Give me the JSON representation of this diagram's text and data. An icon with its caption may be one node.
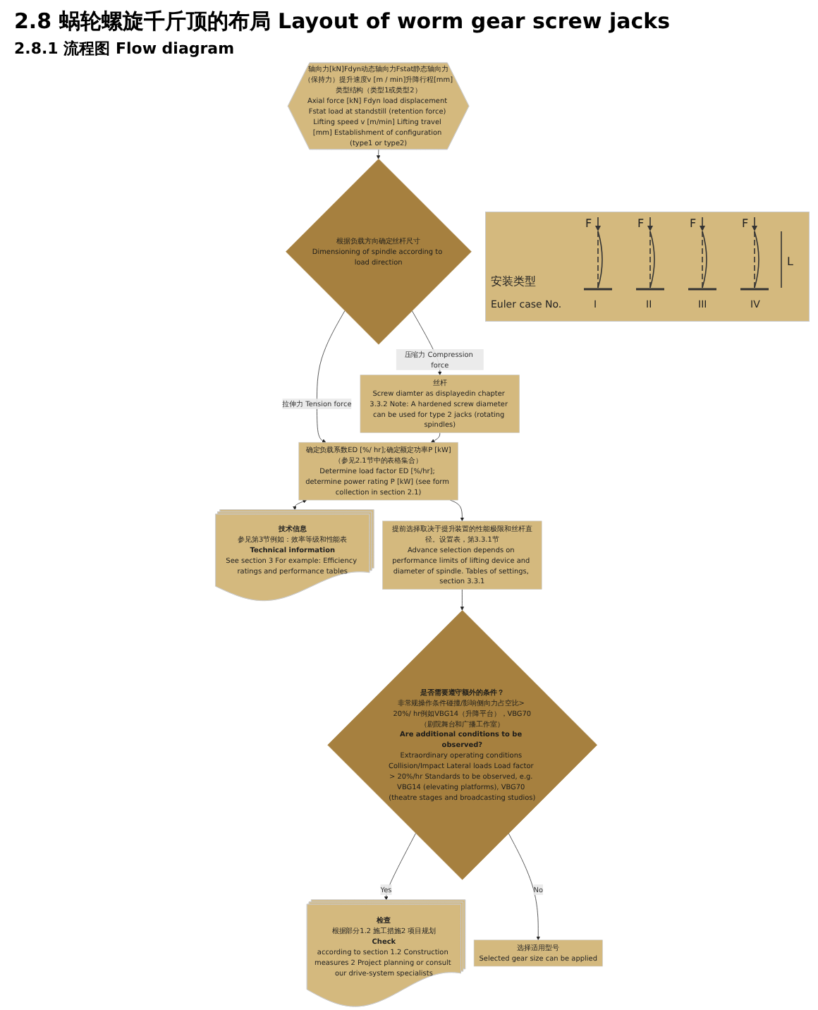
{
  "diagram": {
    "title": "2.8 蜗轮螺旋千斤顶的布局 Layout of worm gear screw jacks",
    "nodes": [
      {
        "text": [
          "轴向力[kN]Fdyn动态轴向力Fstat静态轴向力（保持力）提升速度v [m / min]升降行程[mm]类型结构（类型1或类型2）",
          "Axial force [kN] Fdyn load displacement Fstat load at standstill (retention force) Lifting speed v [m/min] Lifting travel [mm] Establishment of configuration (type1 or type2)"
        ]
      },
      {
        "text": [
          "根据负载方向确定丝杆尺寸",
          "Dimensioning of spindle according to load direction"
        ]
      },
      {
        "text": [
          "丝杆",
          "Screw diamter as displayedin chapter 3.3.2 Note: A hardened screw diameter can be used for type 2 jacks (rotating spindles)"
        ]
      },
      {
        "text": [
          "确定负载系数ED [%/ hr];确定额定功率P [kW]（参见2.1节中的表格集合）",
          "Determine load factor ED [%/hr]; determine power rating P [kW] (see form collection in section 2.1)"
        ]
      },
      {
        "text": [
          "技术信息",
          "参见第3节例如：效率等级和性能表",
          "Technical information",
          "See section 3 For example: Efficiency ratings and performance tables"
        ]
      },
      {
        "text": [
          "提前选择取决于提升装置的性能极限和丝杆直径。设置表，第3.3.1节",
          "Advance selection depends on performance limits of lifting device and diameter of spindle. Tables of settings, section 3.3.1"
        ]
      },
      {
        "text": [
          "是否需要遵守额外的条件？",
          "非常规操作条件碰撞/影响侧向力占空比> 20%/ hr例如VBG14（升降平台），VBG70（剧院舞台和广播工作室）",
          "Are additional conditions to be observed?",
          "Extraordinary operating conditions Collision/Impact Lateral loads Load factor > 20%/hr Standards to be observed, e.g. VBG14 (elevating platforms), VBG70 (theatre stages and broadcasting studios)"
        ]
      },
      {
        "text": [
          "检查",
          "根据部分1.2 施工措施2 项目规划",
          "Check",
          "according to section 1.2 Construction measures 2 Project planning or consult our drive-system specialists"
        ]
      },
      {
        "text": [
          "选择适用型号",
          "Selected gear size can be applied"
        ]
      }
    ],
    "edges": [
      {
        "from": 0,
        "to": 1,
        "arrow": "to"
      },
      {
        "from": 1,
        "to": 2,
        "arrow": "to",
        "label": "压缩力 Compression force"
      },
      {
        "from": 1,
        "to": 3,
        "arrow": "to",
        "label": "拉伸力 Tension force"
      },
      {
        "from": 2,
        "to": 3,
        "arrow": "to"
      },
      {
        "from": 3,
        "to": 4,
        "arrow": "both"
      },
      {
        "from": 3,
        "to": 5,
        "arrow": "to"
      },
      {
        "from": 5,
        "to": 6,
        "arrow": "to"
      },
      {
        "from": 6,
        "to": 7,
        "arrow": "to",
        "label": "Yes"
      },
      {
        "from": 6,
        "to": 8,
        "arrow": "to",
        "label": "No"
      }
    ],
    "labels": [
      "2.8.1 流程图 Flow diagram",
      "F",
      "F",
      "F",
      "F",
      "L",
      "安装类型",
      "Euler case No.",
      "I",
      "II",
      "III",
      "IV"
    ]
  }
}
